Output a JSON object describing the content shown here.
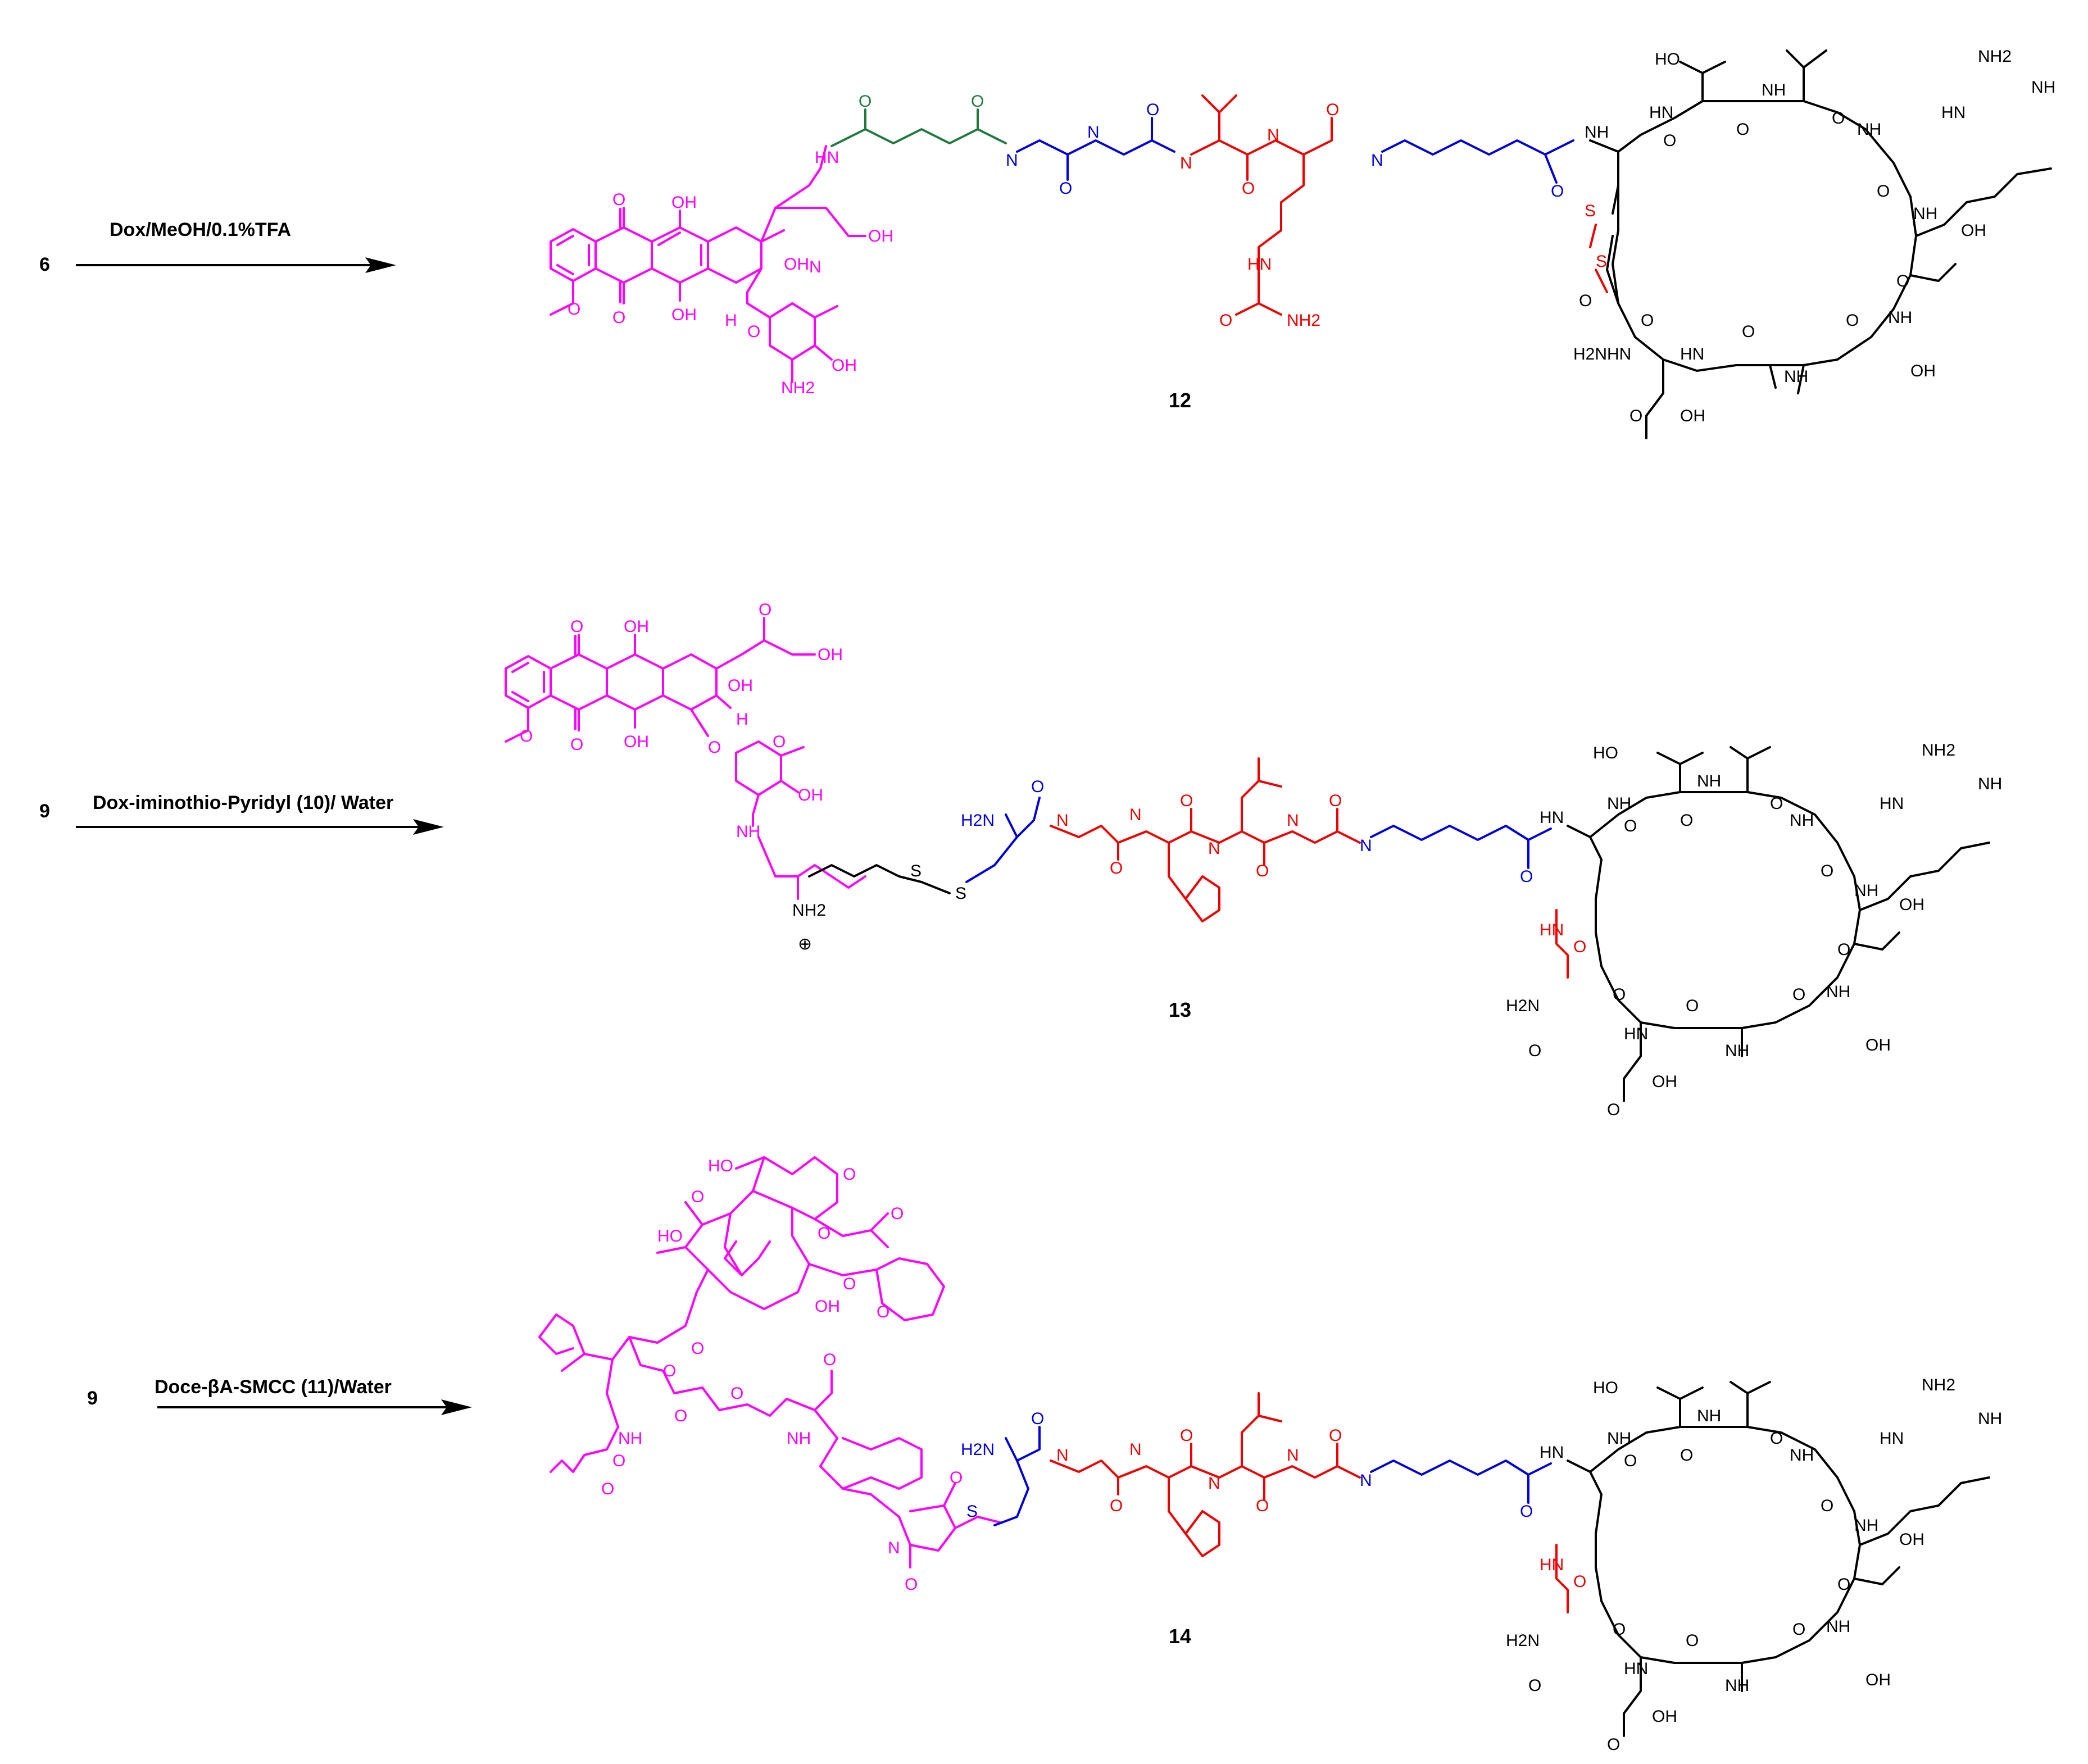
{
  "colors": {
    "payload": "#ff00ff",
    "spacer_green": "#1e7a3c",
    "linker_blue": "#0000dd",
    "cleavable_red": "#ee0000",
    "peptide_black": "#000000"
  },
  "reactions": [
    {
      "start": "6",
      "reagent": "Dox/MeOH/0.1%TFA",
      "product": "12"
    },
    {
      "start": "9",
      "reagent": "Dox-iminothio-Pyridyl (10)/ Water",
      "product": "13"
    },
    {
      "start": "9",
      "reagent": "Doce-βA-SMCC (11)/Water",
      "product": "14"
    }
  ],
  "atoms": {
    "oh": "OH",
    "ho": "HO",
    "o": "O",
    "n": "N",
    "nh": "NH",
    "hn": "HN",
    "h": "H",
    "s": "S",
    "nh2": "NH2",
    "h2n": "H2N",
    "oh2": "OH",
    "plus": "⊕"
  }
}
